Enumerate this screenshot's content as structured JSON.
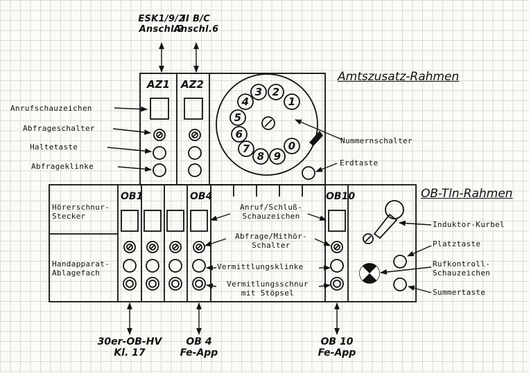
{
  "top_labels": {
    "esk_line1": "ESK1/9/2",
    "esk_line2": "Anschl.2",
    "iibc_line1": "II B/C",
    "iibc_line2": "Anschl.6"
  },
  "frames": {
    "amtszusatz": "Amtszusatz-Rahmen",
    "ob_tln": "OB-Tln-Rahmen"
  },
  "modules": {
    "az1": "AZ1",
    "az2": "AZ2",
    "ob1": "OB1",
    "ob4": "OB4",
    "ob10": "OB10"
  },
  "left_labels": {
    "anrufschauzeichen": "Anrufschauzeichen",
    "abfrageschalter": "Abfrageschalter",
    "haltetaste": "Haltetaste",
    "abfrageklinke": "Abfrageklinke",
    "hoerer_line1": "Hörerschnur-",
    "hoerer_line2": "Stecker",
    "hand_line1": "Handapparat-",
    "hand_line2": "Ablagefach"
  },
  "dial": {
    "digits": [
      "1",
      "2",
      "3",
      "4",
      "5",
      "6",
      "7",
      "8",
      "9",
      "0"
    ]
  },
  "right_labels": {
    "nummernschalter": "Nummernschalter",
    "erdtaste": "Erdtaste",
    "induktor": "Induktor-Kurbel",
    "platztaste": "Platztaste",
    "rufkontroll_line1": "Rufkontroll-",
    "rufkontroll_line2": "Schauzeichen",
    "summertaste": "Summertaste"
  },
  "middle_labels": {
    "anruf_line1": "Anruf/Schluß-",
    "anruf_line2": "Schauzeichen",
    "abfrage_line1": "Abfrage/Mithör-",
    "abfrage_line2": "Schalter",
    "vermittlungsklinke": "Vermittlungsklinke",
    "schnur_line1": "Vermitlungsschnur",
    "schnur_line2": "mit Stöpsel"
  },
  "bottom_labels": {
    "hv_line1": "30er-OB-HV",
    "hv_line2": "Kl. 17",
    "ob4_line1": "OB 4",
    "ob4_line2": "Fe-App",
    "ob10_line1": "OB 10",
    "ob10_line2": "Fe-App"
  }
}
